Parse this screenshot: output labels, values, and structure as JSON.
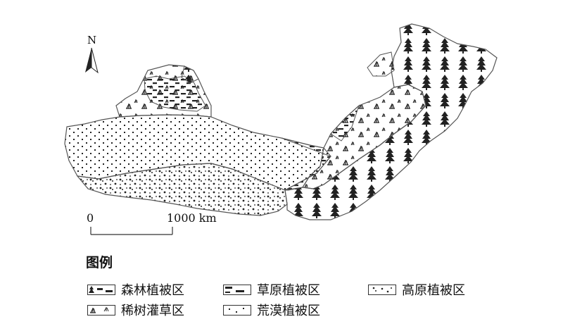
{
  "north": {
    "label": "N"
  },
  "scale": {
    "start": "0",
    "end": "1000 km"
  },
  "legend": {
    "title": "图例",
    "items": [
      {
        "label": "森林植被区",
        "pattern": "forest"
      },
      {
        "label": "草原植被区",
        "pattern": "grassland"
      },
      {
        "label": "高原植被区",
        "pattern": "plateau"
      },
      {
        "label": "稀树灌草区",
        "pattern": "shrub"
      },
      {
        "label": "荒漠植被区",
        "pattern": "desert"
      }
    ]
  },
  "colors": {
    "outline": "#555555",
    "mark": "#222222",
    "background": "#ffffff"
  }
}
